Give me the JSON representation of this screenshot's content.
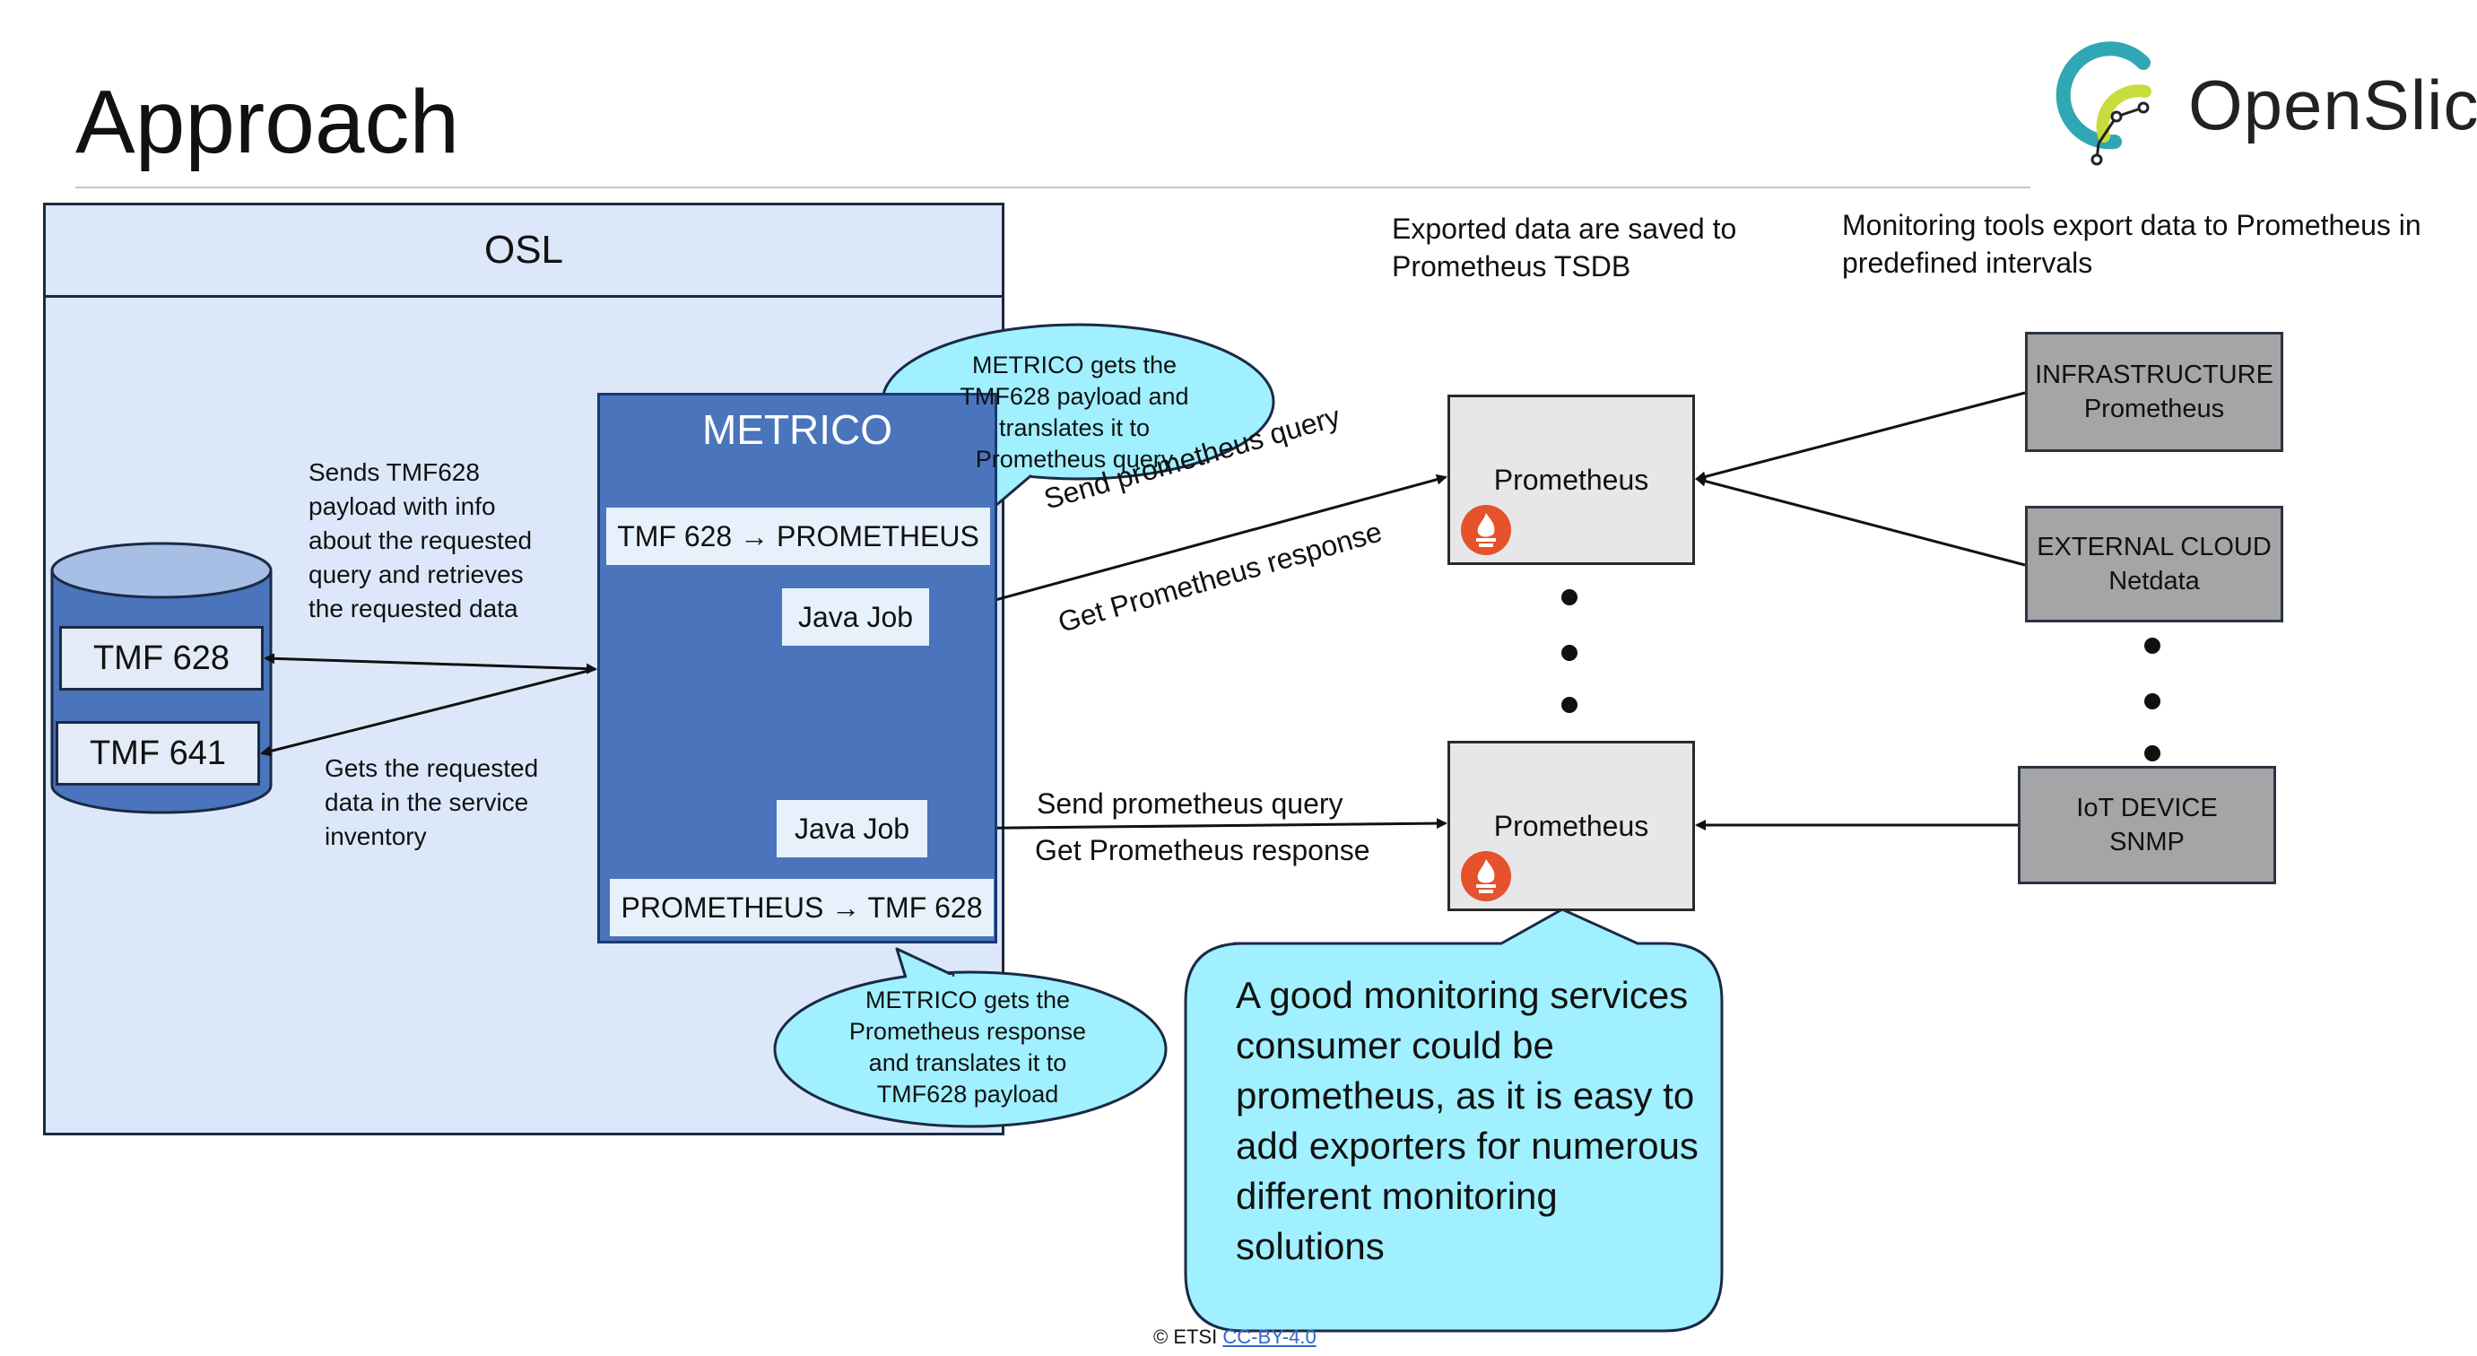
{
  "slide": {
    "title": "Approach"
  },
  "logo": {
    "text": "OpenSlice"
  },
  "osl": {
    "title": "OSL"
  },
  "database": {
    "tmf628": "TMF 628",
    "tmf641": "TMF 641"
  },
  "text_sends": "Sends TMF628 payload with info about the requested query and retrieves the requested data",
  "text_gets": "Gets the requested data in the service inventory",
  "metrico": {
    "title": "METRICO",
    "tmf_to_prom": "TMF 628 → PROMETHEUS",
    "java_job_1": "Java Job",
    "java_job_2": "Java Job",
    "prom_to_tmf": "PROMETHEUS → TMF 628"
  },
  "callout_top": "METRICO gets the TMF628 payload and translates it to Prometheus query",
  "callout_bottom": "METRICO gets the Prometheus response and translates it to TMF628 payload",
  "arrows": {
    "send_query_1": "Send prometheus query",
    "get_response_1": "Get Prometheus response",
    "send_query_2": "Send prometheus query",
    "get_response_2": "Get Prometheus response"
  },
  "prometheus": {
    "box_1": "Prometheus",
    "box_2": "Prometheus"
  },
  "text_exported": "Exported data are saved to Prometheus TSDB",
  "text_monitoring": "Monitoring tools export data to Prometheus in predefined intervals",
  "sources": {
    "infra_line1": "INFRASTRUCTURE",
    "infra_line2": "Prometheus",
    "cloud_line1": "EXTERNAL CLOUD",
    "cloud_line2": "Netdata",
    "iot_line1": "IoT DEVICE",
    "iot_line2": "SNMP"
  },
  "big_note": "A good monitoring services consumer could be prometheus, as it is easy to add exporters for numerous different monitoring solutions",
  "footer": {
    "copyright": "© ETSI",
    "license": "CC-BY-4.0"
  },
  "colors": {
    "osl_bg": "#dce8fa",
    "metrico_bg": "#4a74bb",
    "callout_bg": "#a0f0ff",
    "prometheus_bg": "#e7e7e9",
    "source_bg": "#a5a5a8",
    "prometheus_icon": "#e6522c",
    "logo_teal": "#2fa8b4",
    "logo_lime": "#c8dc3c"
  },
  "icons": {
    "prometheus": "prometheus-flame-icon",
    "database": "database-cylinder-icon"
  }
}
